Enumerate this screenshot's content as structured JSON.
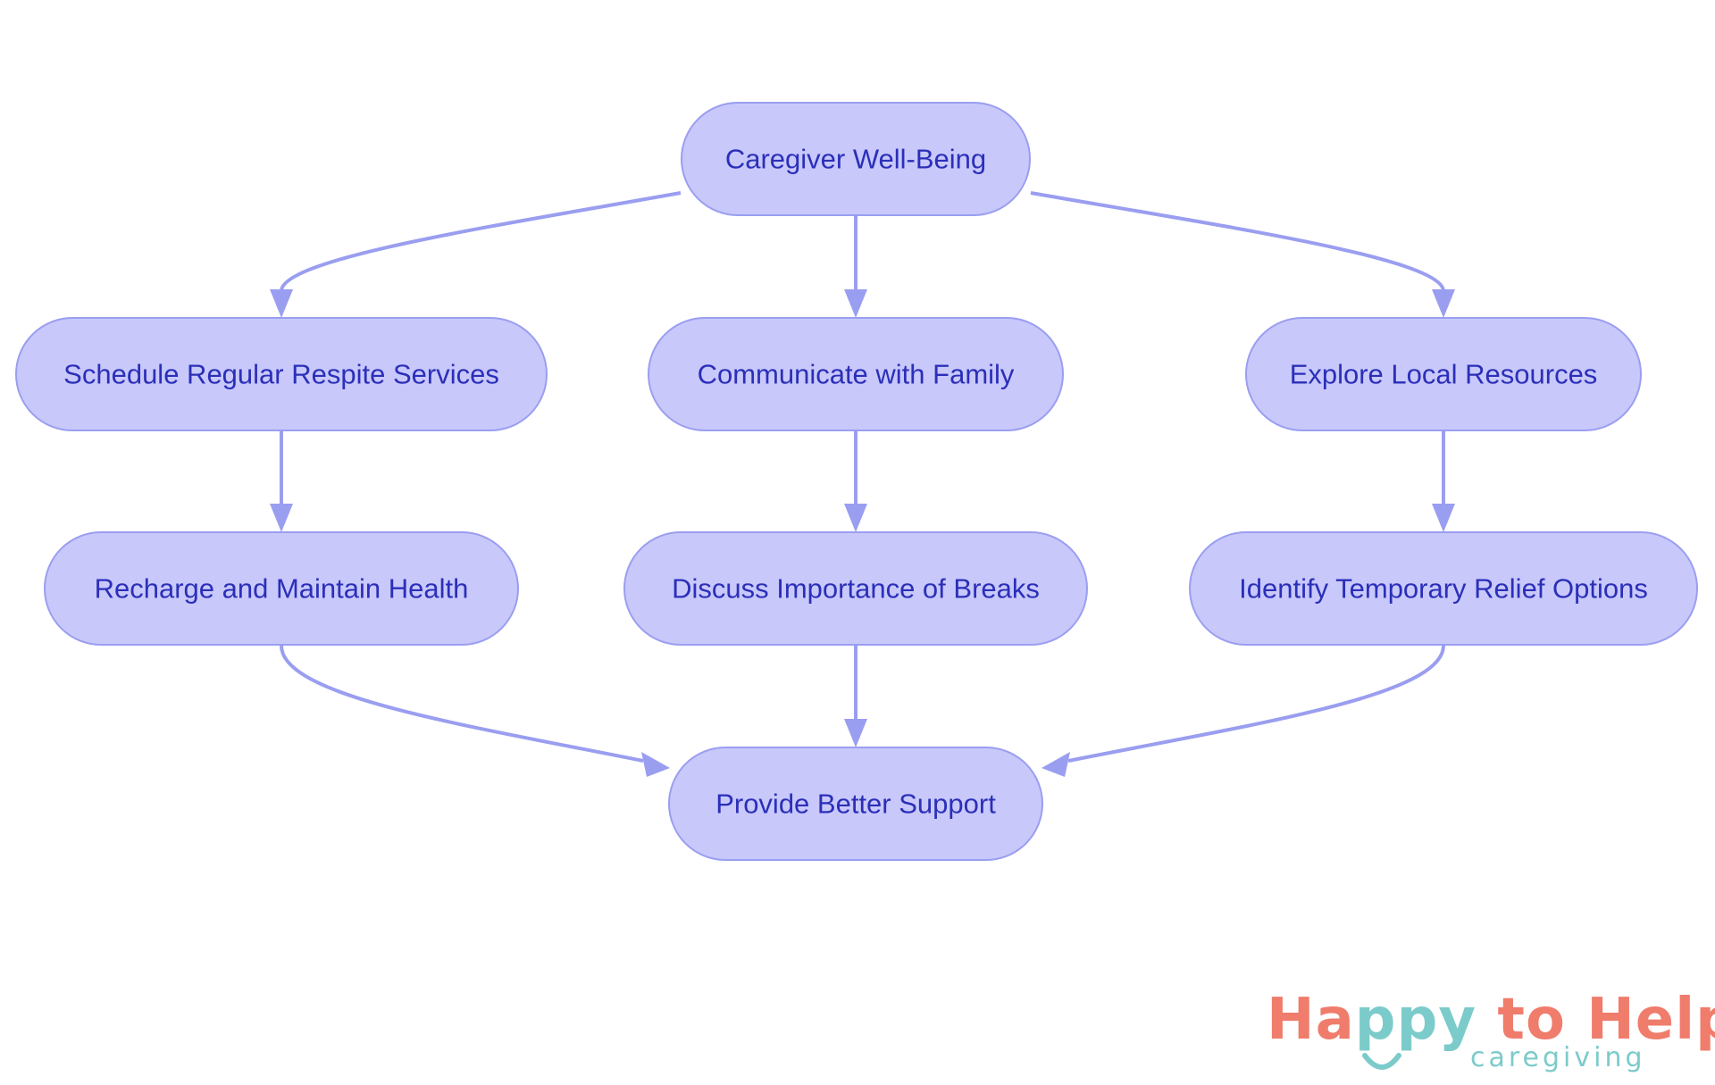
{
  "diagram": {
    "nodes": [
      {
        "id": "n0",
        "label": "Caregiver Well-Being"
      },
      {
        "id": "n1",
        "label": "Schedule Regular Respite Services"
      },
      {
        "id": "n2",
        "label": "Communicate with Family"
      },
      {
        "id": "n3",
        "label": "Explore Local Resources"
      },
      {
        "id": "n4",
        "label": "Recharge and Maintain Health"
      },
      {
        "id": "n5",
        "label": "Discuss Importance of Breaks"
      },
      {
        "id": "n6",
        "label": "Identify Temporary Relief Options"
      },
      {
        "id": "n7",
        "label": "Provide Better Support"
      }
    ],
    "edges": [
      {
        "from": "n0",
        "to": "n1"
      },
      {
        "from": "n0",
        "to": "n2"
      },
      {
        "from": "n0",
        "to": "n3"
      },
      {
        "from": "n1",
        "to": "n4"
      },
      {
        "from": "n2",
        "to": "n5"
      },
      {
        "from": "n3",
        "to": "n6"
      },
      {
        "from": "n4",
        "to": "n7"
      },
      {
        "from": "n5",
        "to": "n7"
      },
      {
        "from": "n6",
        "to": "n7"
      }
    ]
  },
  "logo": {
    "main_parts": [
      "Ha",
      "ppy",
      " to Help"
    ],
    "sub": "caregiving"
  },
  "colors": {
    "node_fill": "#c8c8fb",
    "node_stroke": "#9a9ef0",
    "node_text": "#2b2fb8",
    "edge": "#9a9ef0",
    "logo_coral": "#f07c6c",
    "logo_teal": "#7ccbcb"
  }
}
